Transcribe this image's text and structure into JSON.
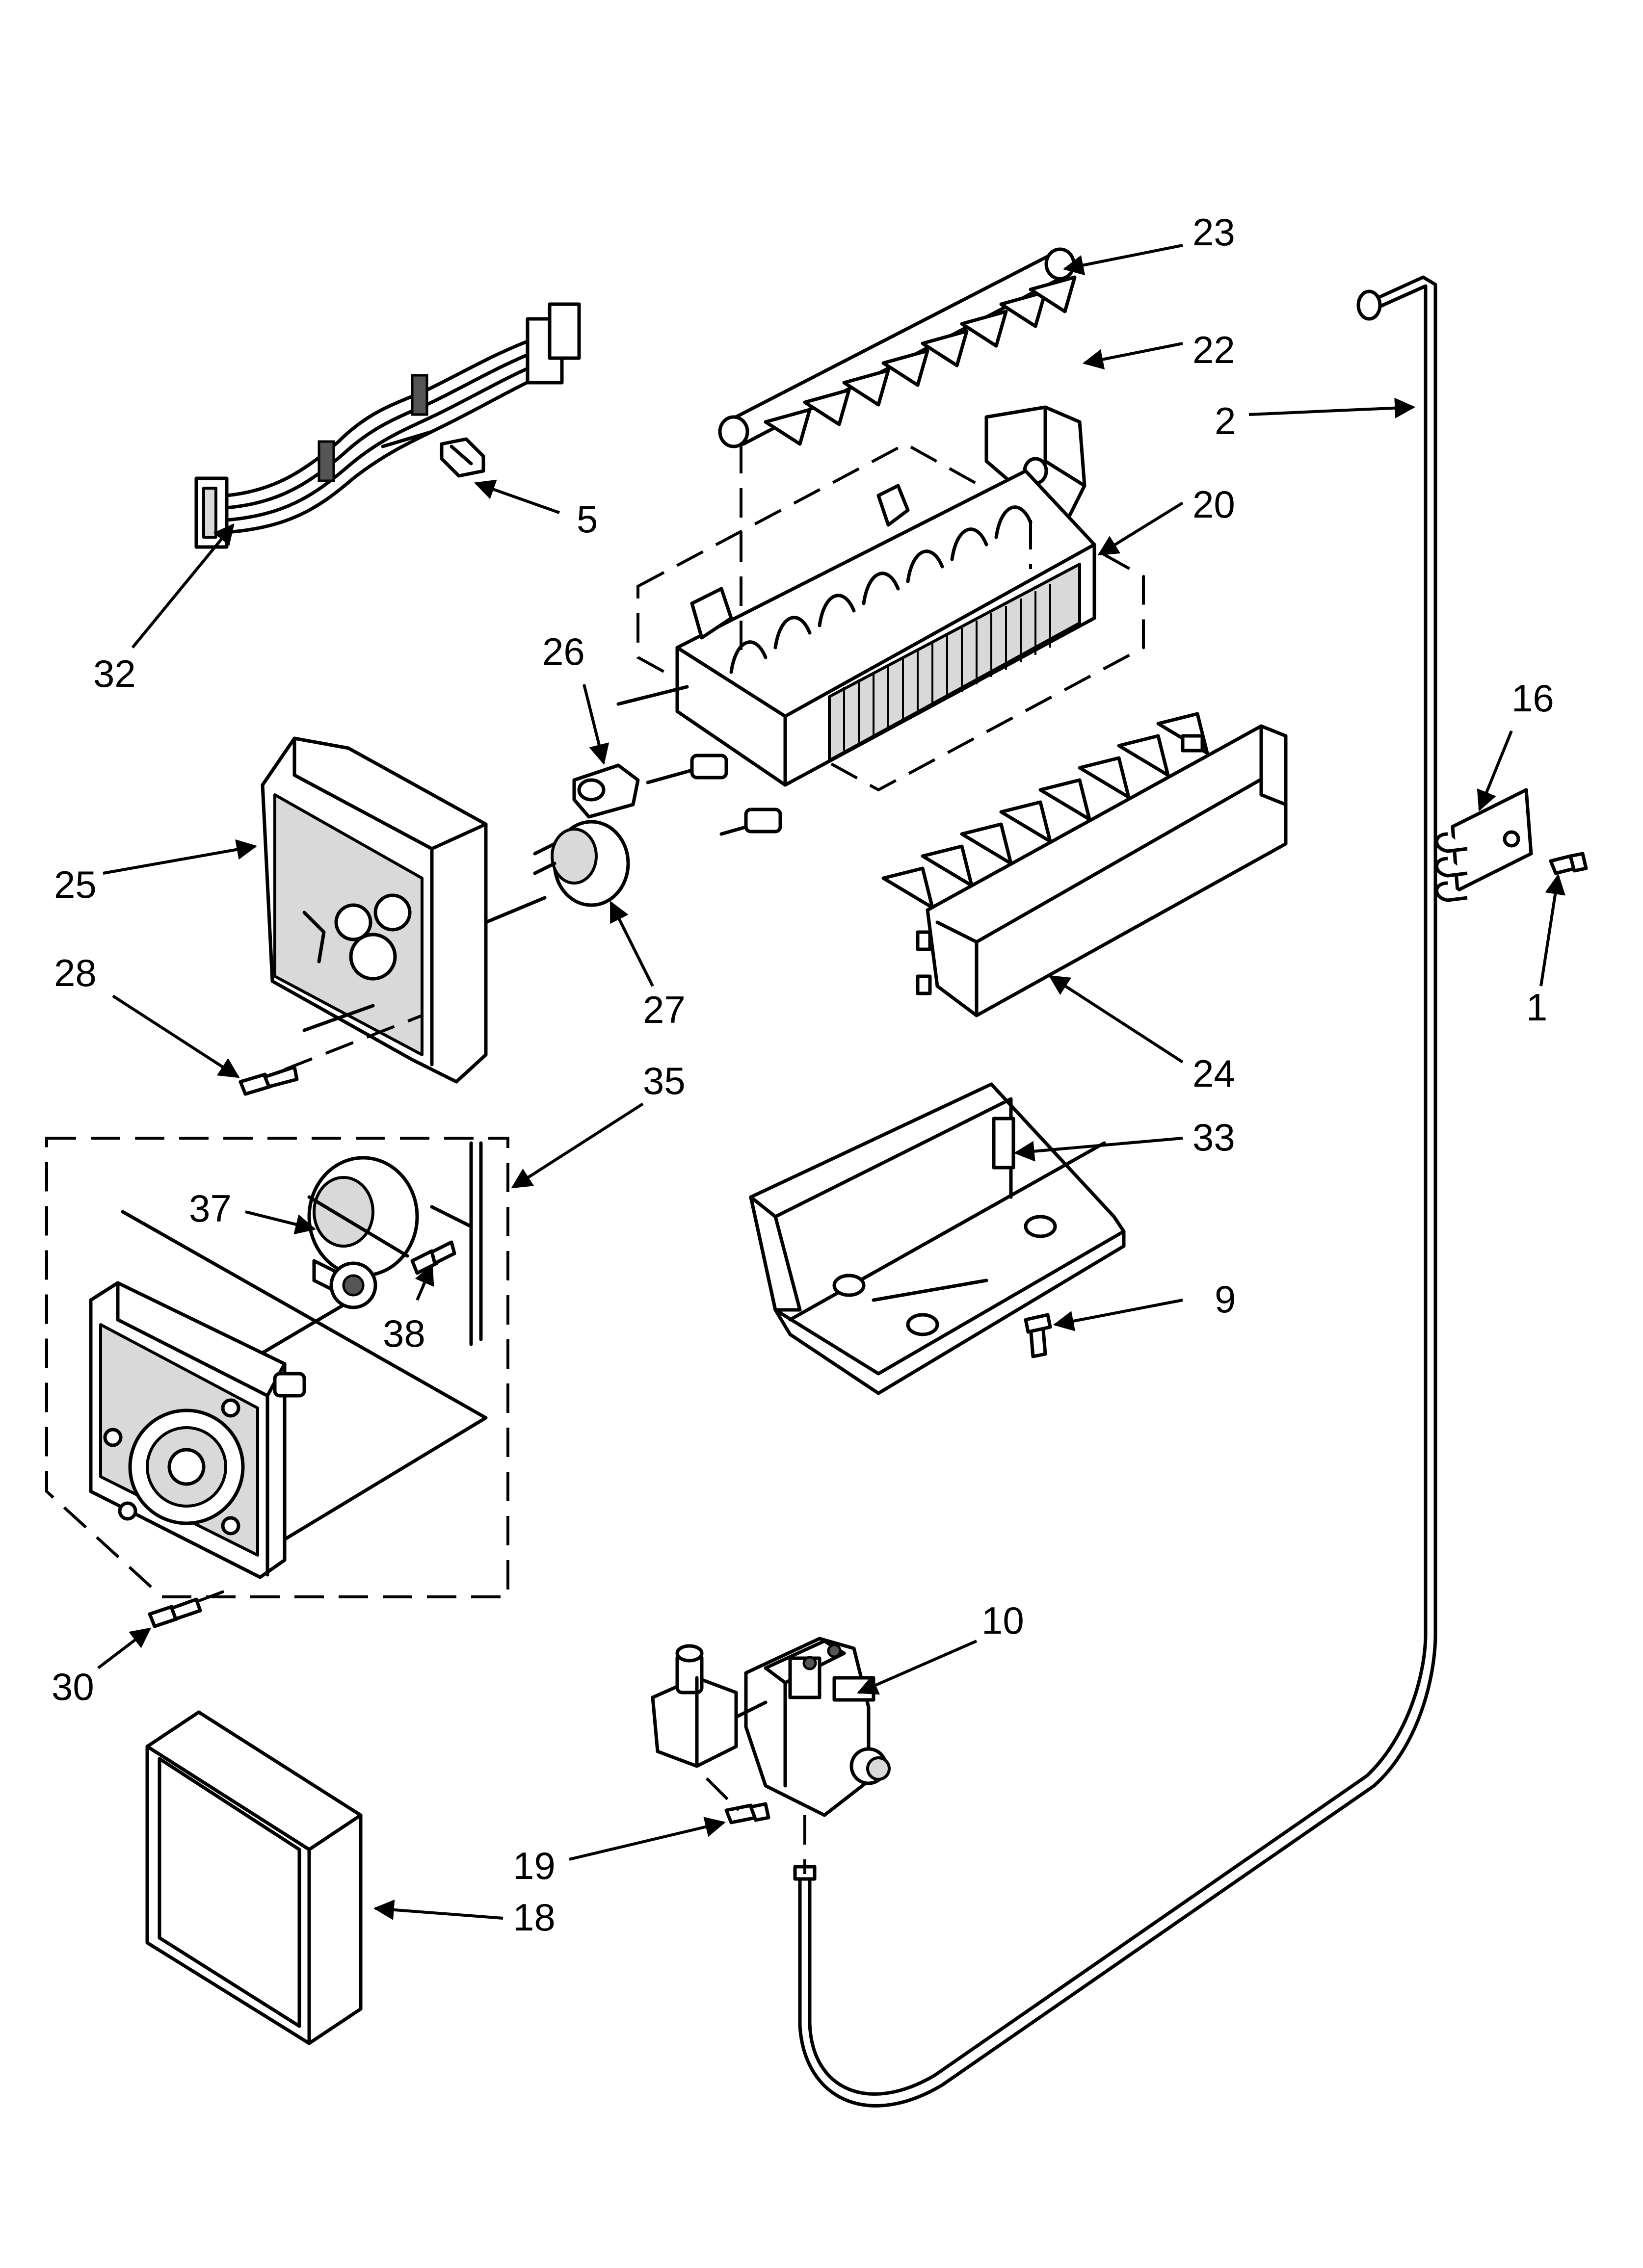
{
  "callouts": {
    "n1": "1",
    "n2": "2",
    "n5": "5",
    "n9": "9",
    "n10": "10",
    "n16": "16",
    "n18": "18",
    "n19": "19",
    "n20": "20",
    "n22": "22",
    "n23": "23",
    "n24": "24",
    "n25": "25",
    "n26": "26",
    "n27": "27",
    "n28": "28",
    "n30": "30",
    "n32": "32",
    "n33": "33",
    "n35": "35",
    "n37": "37",
    "n38": "38"
  }
}
